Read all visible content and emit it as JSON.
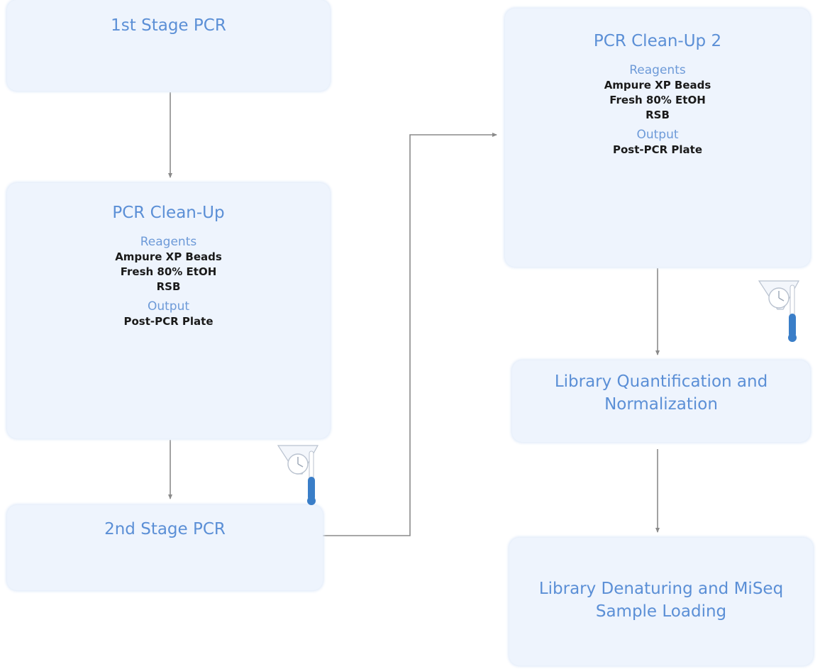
{
  "steps": {
    "stage1": {
      "title": "1st Stage PCR"
    },
    "cleanup1": {
      "title": "PCR Clean-Up",
      "reagents_label": "Reagents",
      "reagents": [
        "Ampure XP Beads",
        "Fresh 80% EtOH",
        "RSB"
      ],
      "output_label": "Output",
      "output": "Post-PCR Plate"
    },
    "stage2": {
      "title": "2nd Stage PCR"
    },
    "cleanup2": {
      "title": "PCR Clean-Up 2",
      "reagents_label": "Reagents",
      "reagents": [
        "Ampure XP Beads",
        "Fresh 80% EtOH",
        "RSB"
      ],
      "output_label": "Output",
      "output": "Post-PCR Plate"
    },
    "quant": {
      "title_line1": "Library Quantification and",
      "title_line2": "Normalization"
    },
    "denature": {
      "title_line1": "Library Denaturing and MiSeq",
      "title_line2": "Sample Loading"
    }
  },
  "icons": {
    "pause_point_1": "timer-thermometer-icon",
    "pause_point_2": "timer-thermometer-icon"
  },
  "colors": {
    "box_fill": "#eef4fd",
    "title_text": "#5b8fd6",
    "arrow": "#8a8a8a",
    "thermometer": "#3a7ec8"
  }
}
